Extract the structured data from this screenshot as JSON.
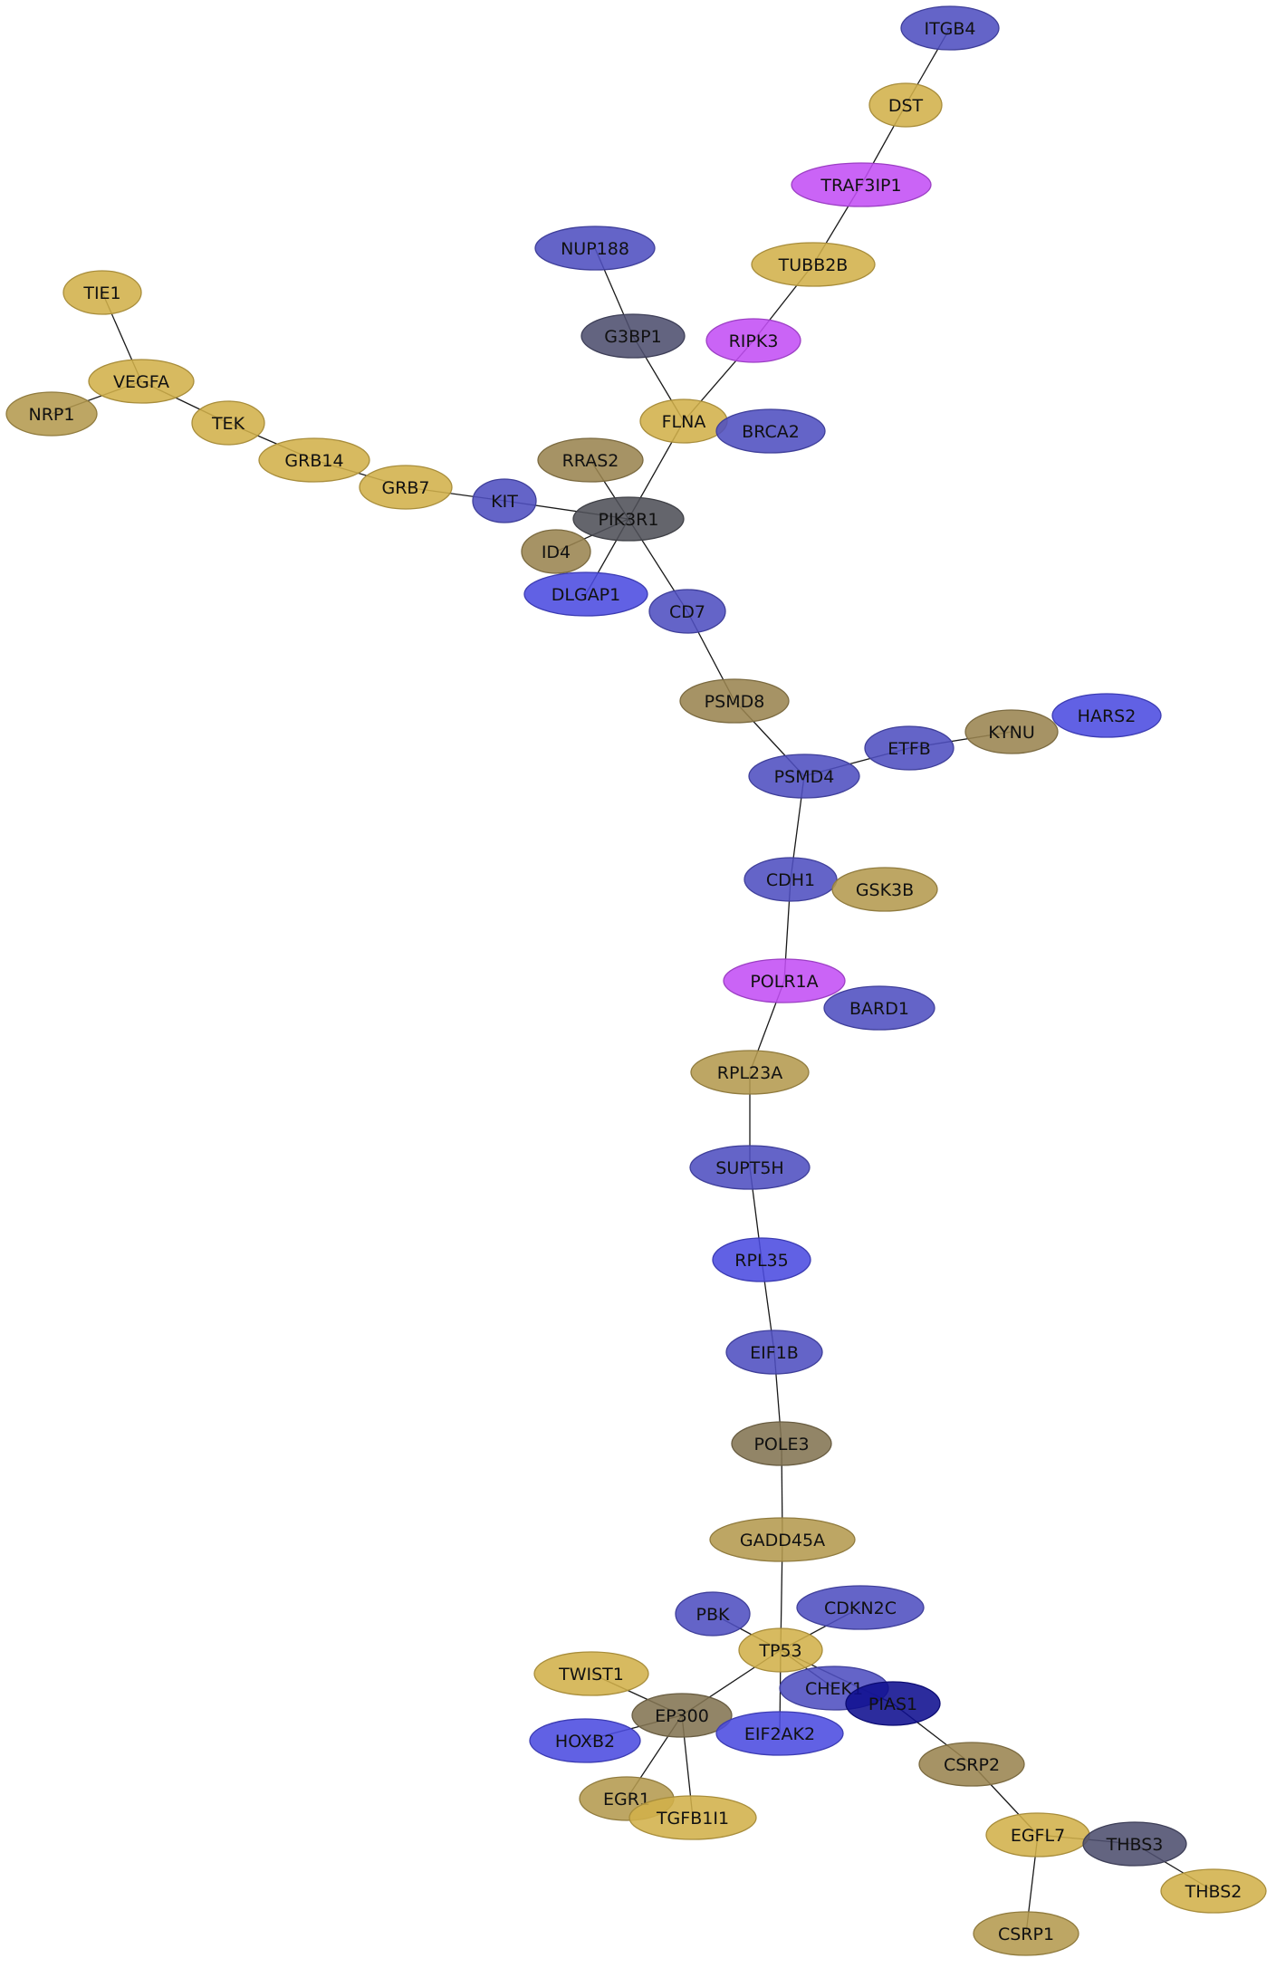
{
  "palette": {
    "gold": "#d2b04a",
    "khaki": "#b49a4e",
    "olive": "#9a8450",
    "brown": "#837452",
    "blue": "#4f4fc0",
    "bright_blue": "#4b4be0",
    "navy": "#0f0f8f",
    "purple": "#c34ff5",
    "gray": "#4f5058",
    "slate": "#4d4f6e",
    "edge": "#1a1a1a"
  },
  "nodes": [
    {
      "id": "ITGB4",
      "label": "ITGB4",
      "color": "blue"
    },
    {
      "id": "DST",
      "label": "DST",
      "color": "gold"
    },
    {
      "id": "TRAF3IP1",
      "label": "TRAF3IP1",
      "color": "purple"
    },
    {
      "id": "TUBB2B",
      "label": "TUBB2B",
      "color": "gold"
    },
    {
      "id": "NUP188",
      "label": "NUP188",
      "color": "blue"
    },
    {
      "id": "G3BP1",
      "label": "G3BP1",
      "color": "slate"
    },
    {
      "id": "RIPK3",
      "label": "RIPK3",
      "color": "purple"
    },
    {
      "id": "TIE1",
      "label": "TIE1",
      "color": "gold"
    },
    {
      "id": "VEGFA",
      "label": "VEGFA",
      "color": "gold"
    },
    {
      "id": "NRP1",
      "label": "NRP1",
      "color": "khaki"
    },
    {
      "id": "TEK",
      "label": "TEK",
      "color": "gold"
    },
    {
      "id": "FLNA",
      "label": "FLNA",
      "color": "gold"
    },
    {
      "id": "BRCA2",
      "label": "BRCA2",
      "color": "blue"
    },
    {
      "id": "GRB14",
      "label": "GRB14",
      "color": "gold"
    },
    {
      "id": "RRAS2",
      "label": "RRAS2",
      "color": "olive"
    },
    {
      "id": "GRB7",
      "label": "GRB7",
      "color": "gold"
    },
    {
      "id": "KIT",
      "label": "KIT",
      "color": "blue"
    },
    {
      "id": "PIK3R1",
      "label": "PIK3R1",
      "color": "gray"
    },
    {
      "id": "ID4",
      "label": "ID4",
      "color": "olive"
    },
    {
      "id": "DLGAP1",
      "label": "DLGAP1",
      "color": "bright_blue"
    },
    {
      "id": "CD7",
      "label": "CD7",
      "color": "blue"
    },
    {
      "id": "PSMD8",
      "label": "PSMD8",
      "color": "olive"
    },
    {
      "id": "HARS2",
      "label": "HARS2",
      "color": "bright_blue"
    },
    {
      "id": "KYNU",
      "label": "KYNU",
      "color": "olive"
    },
    {
      "id": "ETFB",
      "label": "ETFB",
      "color": "blue"
    },
    {
      "id": "PSMD4",
      "label": "PSMD4",
      "color": "blue"
    },
    {
      "id": "CDH1",
      "label": "CDH1",
      "color": "blue"
    },
    {
      "id": "GSK3B",
      "label": "GSK3B",
      "color": "khaki"
    },
    {
      "id": "POLR1A",
      "label": "POLR1A",
      "color": "purple"
    },
    {
      "id": "BARD1",
      "label": "BARD1",
      "color": "blue"
    },
    {
      "id": "RPL23A",
      "label": "RPL23A",
      "color": "khaki"
    },
    {
      "id": "SUPT5H",
      "label": "SUPT5H",
      "color": "blue"
    },
    {
      "id": "RPL35",
      "label": "RPL35",
      "color": "bright_blue"
    },
    {
      "id": "EIF1B",
      "label": "EIF1B",
      "color": "blue"
    },
    {
      "id": "POLE3",
      "label": "POLE3",
      "color": "brown"
    },
    {
      "id": "GADD45A",
      "label": "GADD45A",
      "color": "khaki"
    },
    {
      "id": "PBK",
      "label": "PBK",
      "color": "blue"
    },
    {
      "id": "CDKN2C",
      "label": "CDKN2C",
      "color": "blue"
    },
    {
      "id": "TP53",
      "label": "TP53",
      "color": "gold"
    },
    {
      "id": "TWIST1",
      "label": "TWIST1",
      "color": "gold"
    },
    {
      "id": "CHEK1",
      "label": "CHEK1",
      "color": "blue"
    },
    {
      "id": "PIAS1",
      "label": "PIAS1",
      "color": "navy"
    },
    {
      "id": "EP300",
      "label": "EP300",
      "color": "brown"
    },
    {
      "id": "HOXB2",
      "label": "HOXB2",
      "color": "bright_blue"
    },
    {
      "id": "EIF2AK2",
      "label": "EIF2AK2",
      "color": "bright_blue"
    },
    {
      "id": "CSRP2",
      "label": "CSRP2",
      "color": "olive"
    },
    {
      "id": "EGR1",
      "label": "EGR1",
      "color": "khaki"
    },
    {
      "id": "TGFB1I1",
      "label": "TGFB1I1",
      "color": "gold"
    },
    {
      "id": "EGFL7",
      "label": "EGFL7",
      "color": "gold"
    },
    {
      "id": "THBS3",
      "label": "THBS3",
      "color": "slate"
    },
    {
      "id": "THBS2",
      "label": "THBS2",
      "color": "gold"
    },
    {
      "id": "CSRP1",
      "label": "CSRP1",
      "color": "khaki"
    }
  ],
  "edges": [
    [
      "ITGB4",
      "DST"
    ],
    [
      "DST",
      "TRAF3IP1"
    ],
    [
      "TRAF3IP1",
      "TUBB2B"
    ],
    [
      "TUBB2B",
      "RIPK3"
    ],
    [
      "RIPK3",
      "FLNA"
    ],
    [
      "NUP188",
      "G3BP1"
    ],
    [
      "G3BP1",
      "FLNA"
    ],
    [
      "FLNA",
      "PIK3R1"
    ],
    [
      "TIE1",
      "VEGFA"
    ],
    [
      "VEGFA",
      "NRP1"
    ],
    [
      "VEGFA",
      "TEK"
    ],
    [
      "TEK",
      "GRB14"
    ],
    [
      "GRB14",
      "GRB7"
    ],
    [
      "GRB7",
      "KIT"
    ],
    [
      "KIT",
      "PIK3R1"
    ],
    [
      "RRAS2",
      "PIK3R1"
    ],
    [
      "ID4",
      "PIK3R1"
    ],
    [
      "DLGAP1",
      "PIK3R1"
    ],
    [
      "PIK3R1",
      "CD7"
    ],
    [
      "CD7",
      "PSMD8"
    ],
    [
      "PSMD8",
      "PSMD4"
    ],
    [
      "PSMD4",
      "ETFB"
    ],
    [
      "ETFB",
      "KYNU"
    ],
    [
      "PSMD4",
      "CDH1"
    ],
    [
      "CDH1",
      "POLR1A"
    ],
    [
      "POLR1A",
      "RPL23A"
    ],
    [
      "RPL23A",
      "SUPT5H"
    ],
    [
      "SUPT5H",
      "RPL35"
    ],
    [
      "RPL35",
      "EIF1B"
    ],
    [
      "EIF1B",
      "POLE3"
    ],
    [
      "POLE3",
      "GADD45A"
    ],
    [
      "GADD45A",
      "TP53"
    ],
    [
      "PBK",
      "TP53"
    ],
    [
      "CDKN2C",
      "TP53"
    ],
    [
      "TP53",
      "CHEK1"
    ],
    [
      "TP53",
      "PIAS1"
    ],
    [
      "TP53",
      "EIF2AK2"
    ],
    [
      "TP53",
      "EP300"
    ],
    [
      "TWIST1",
      "EP300"
    ],
    [
      "HOXB2",
      "EP300"
    ],
    [
      "EP300",
      "EGR1"
    ],
    [
      "EP300",
      "TGFB1I1"
    ],
    [
      "PIAS1",
      "CSRP2"
    ],
    [
      "CSRP2",
      "EGFL7"
    ],
    [
      "EGFL7",
      "THBS3"
    ],
    [
      "EGFL7",
      "CSRP1"
    ],
    [
      "THBS3",
      "THBS2"
    ]
  ]
}
